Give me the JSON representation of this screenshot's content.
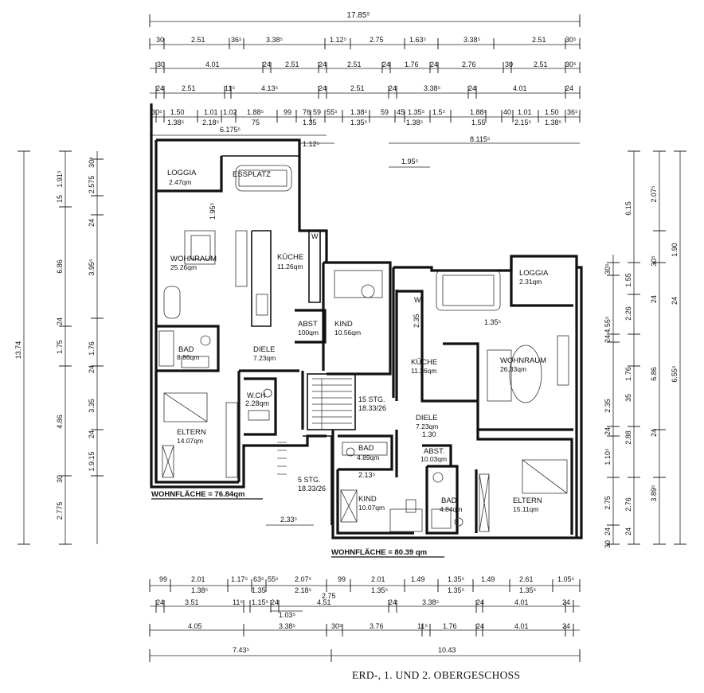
{
  "title": "ERD-, 1. UND 2. OBERGESCHOSS",
  "left_unit": {
    "rooms": [
      {
        "name": "LOGGIA",
        "area": "2.47qm"
      },
      {
        "name": "ESSPLATZ",
        "area": ""
      },
      {
        "name": "WOHNRAUM",
        "area": "25.26qm"
      },
      {
        "name": "KÜCHE",
        "area": "11.26qm"
      },
      {
        "name": "ABST",
        "area": "100qm"
      },
      {
        "name": "KIND",
        "area": "10.56qm"
      },
      {
        "name": "BAD",
        "area": "8.86qm"
      },
      {
        "name": "DIELE",
        "area": "7.23qm"
      },
      {
        "name": "ELTERN",
        "area": "14.07qm"
      },
      {
        "name": "W.CH",
        "area": "2.28qm"
      }
    ],
    "wohnflaeche": "WOHNFLÄCHE = 76.84qm"
  },
  "right_unit": {
    "rooms": [
      {
        "name": "LOGGIA",
        "area": "2.31qm"
      },
      {
        "name": "WOHNRAUM",
        "area": "26.33qm"
      },
      {
        "name": "KÜCHE",
        "area": "11.26qm"
      },
      {
        "name": "DIELE",
        "area": "7.23qm"
      },
      {
        "name": "BAD",
        "area": "4.89qm"
      },
      {
        "name": "ABST.",
        "area": "10.03qm"
      },
      {
        "name": "KIND",
        "area": "10.07qm"
      },
      {
        "name": "BAD",
        "area": "4.84qm"
      },
      {
        "name": "ELTERN",
        "area": "15.11qm"
      }
    ],
    "wohnflaeche": "WOHNFLÄCHE = 80.39 qm"
  },
  "stairs": [
    {
      "label": "15 STG.",
      "ratio": "18.33/26"
    },
    {
      "label": "5 STG.",
      "ratio": "18.33/26"
    }
  ],
  "inline_dims": [
    "1.95⁵",
    "2.33⁵",
    "1.35⁵",
    "2.13⁵",
    "1.30",
    "2.35",
    "6.175⁵",
    "8.115⁵",
    "1.12⁵",
    "1.95⁵"
  ],
  "top_dims": {
    "overall": "17.85⁵",
    "row1": [
      "30",
      "2.51",
      "36⁵",
      "3.38⁵",
      "1.12⁵",
      "2.75",
      "1.63⁵",
      "3.38⁵",
      "2.51",
      "30⁵"
    ],
    "row2": [
      "30",
      "4.01",
      "24",
      "2.51",
      "24",
      "2.51",
      "24",
      "1.76",
      "24",
      "2.76",
      "30",
      "2.51",
      "30⁵"
    ],
    "row3": [
      "24",
      "2.51",
      "11⁵",
      "4.13⁵",
      "24",
      "2.51",
      "24",
      "3.38⁵",
      "24",
      "4.01",
      "24"
    ],
    "row4_top": [
      "30⁵",
      "1.50",
      "1.01",
      "1.02",
      "1.88⁵",
      "99",
      "76",
      "59",
      "55⁵",
      "1.38⁵",
      "59",
      "45",
      "1.35⁵",
      "1.5⁵",
      "1.88⁵",
      "40",
      "1.01",
      "1.50",
      "36⁵"
    ],
    "row4_bottom": [
      "1.38⁵",
      "2.18⁵",
      "75",
      "1.35",
      "1.35⁵",
      "1.38⁵",
      "1.55",
      "2.15⁵",
      "1.38⁵"
    ]
  },
  "bottom_dims": {
    "row1_top": [
      "99",
      "2.01",
      "1.17⁵",
      "63⁵",
      "55⁵",
      "2.07⁵",
      "99",
      "2.01",
      "1.49",
      "1.35⁵",
      "1.49",
      "2.61",
      "1.05⁵"
    ],
    "row1_bottom": [
      "1.38⁵",
      "1.35",
      "2.18⁵",
      "2.75",
      "1.35⁵",
      "1.35⁵",
      "1.35⁵"
    ],
    "row2": [
      "24",
      "3.51",
      "11⁵",
      "1.15⁵",
      "24",
      "4.51",
      "24",
      "3.38⁵",
      "24",
      "4.01",
      "24"
    ],
    "row2_extra": "1.03⁵",
    "row3": [
      "4.05",
      "3.38⁵",
      "30⁵",
      "3.76",
      "11⁵",
      "1.76",
      "24",
      "4.01",
      "24"
    ],
    "overall": [
      "7.43⁵",
      "10.43"
    ]
  },
  "left_dims": {
    "overall": "13.74",
    "col1": [
      "1.91⁵",
      "6.86",
      "1.75",
      "4.86",
      "2.775"
    ],
    "col2": [
      "30⁵",
      "2.575",
      "15",
      "24",
      "3.95⁵",
      "24",
      "1.76",
      "24",
      "3.35",
      "24",
      "1.9.15",
      "30"
    ]
  },
  "right_dims": {
    "col1": [
      "30⁵",
      "4.55⁵",
      "24",
      "2.35",
      "24",
      "1.10⁵",
      "2.75",
      "24",
      "30"
    ],
    "col2": [
      "6.15",
      "1.55",
      "2.26",
      "1.76",
      "2.88",
      "2.76"
    ],
    "col3": [
      "2.07⁵",
      "1.90",
      "6.86",
      "6.55⁵",
      "3.89⁵"
    ],
    "extras": [
      "30⁵",
      "24",
      "24",
      "35",
      "24",
      "24"
    ]
  },
  "marks": [
    "W",
    "W"
  ]
}
